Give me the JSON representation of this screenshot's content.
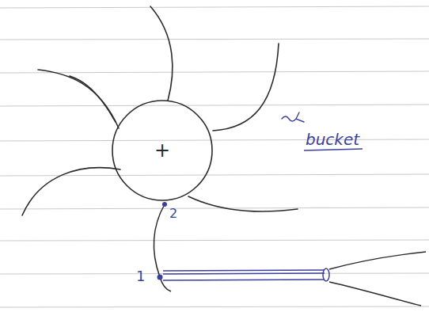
{
  "diagram": {
    "nodes": [
      {
        "text": [
          "+"
        ]
      }
    ],
    "labels": [
      "bucket",
      "2",
      "1"
    ]
  }
}
